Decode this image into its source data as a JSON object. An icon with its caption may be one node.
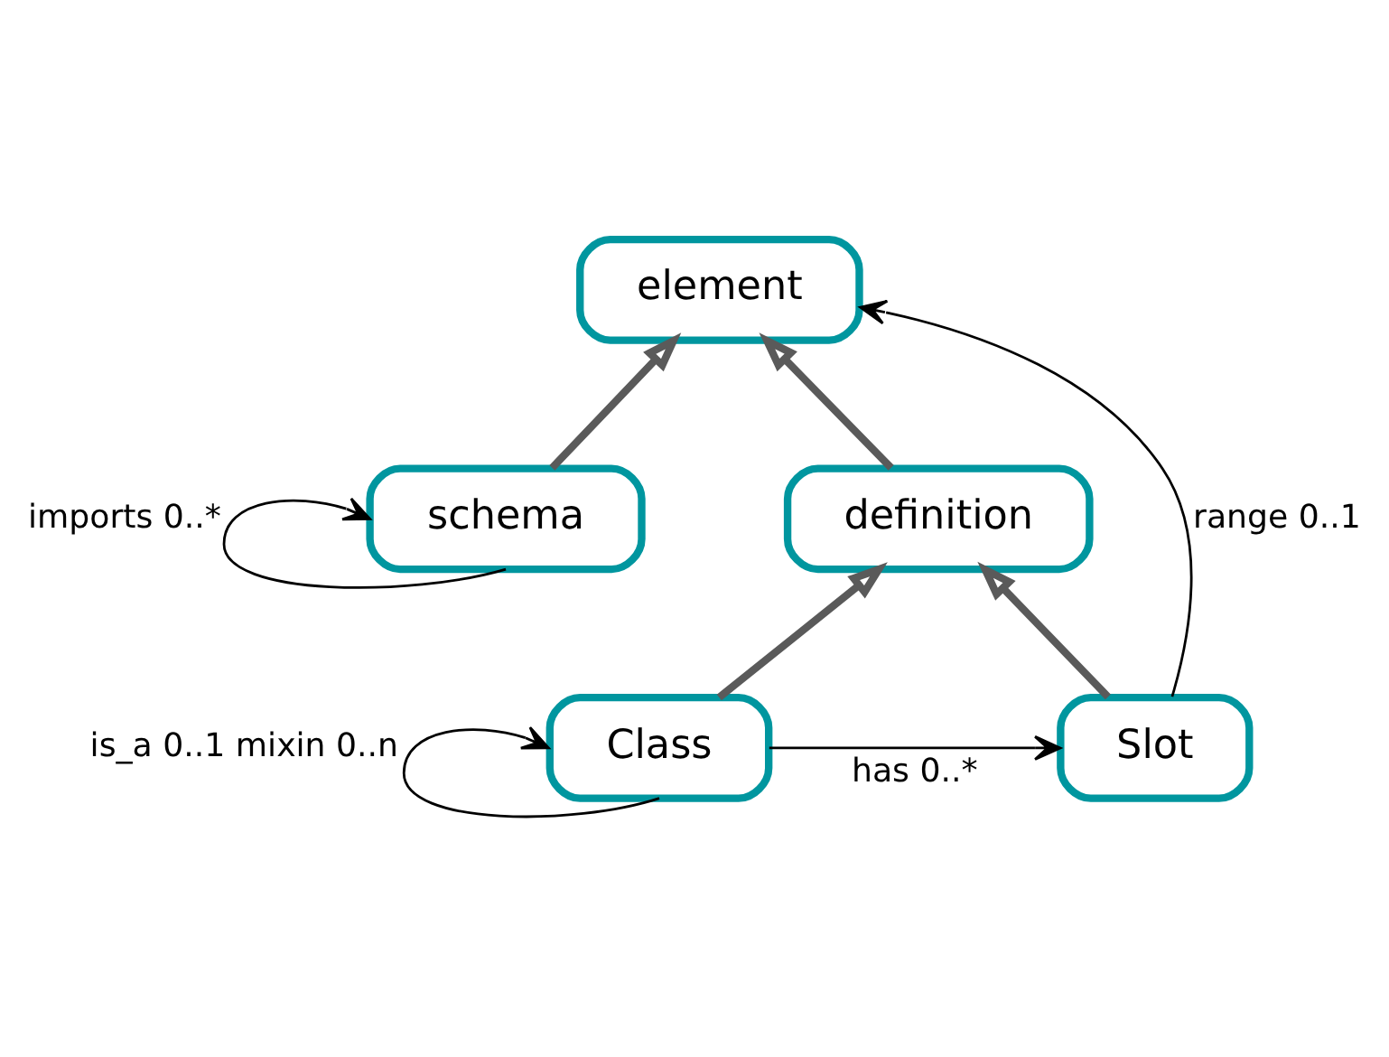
{
  "diagram": {
    "nodes": [
      {
        "text": [
          "element"
        ]
      },
      {
        "text": [
          "schema"
        ]
      },
      {
        "text": [
          "definition"
        ]
      },
      {
        "text": [
          "Class"
        ]
      },
      {
        "text": [
          "Slot"
        ]
      }
    ],
    "edges": [
      {
        "from": 1,
        "to": 0,
        "arrow": "to",
        "style": "thick",
        "color": "#5a5a5a"
      },
      {
        "from": 2,
        "to": 0,
        "arrow": "to",
        "style": "thick",
        "color": "#5a5a5a"
      },
      {
        "from": 3,
        "to": 2,
        "arrow": "to",
        "style": "thick",
        "color": "#5a5a5a"
      },
      {
        "from": 4,
        "to": 2,
        "arrow": "to",
        "style": "thick",
        "color": "#5a5a5a"
      },
      {
        "from": 4,
        "to": 0,
        "arrow": "to",
        "label": "range 0..1"
      },
      {
        "from": 1,
        "to": 1,
        "arrow": "to",
        "label": "imports 0..*"
      },
      {
        "from": 3,
        "to": 3,
        "arrow": "to",
        "label": "is_a 0..1 mixin 0..n"
      },
      {
        "from": 3,
        "to": 4,
        "arrow": "to",
        "label": "has 0..*"
      }
    ]
  }
}
